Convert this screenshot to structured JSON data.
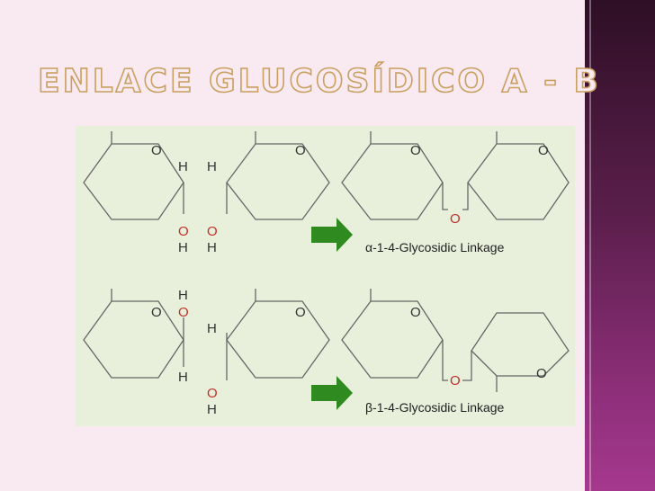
{
  "slide": {
    "title": "Enlace glucosídico α - β"
  },
  "diagram": {
    "alpha": {
      "caption": "α-1-4-Glycosidic Linkage",
      "left_ring_o": "O",
      "right_ring_o": "O",
      "h_top_left": "H",
      "h_top_right": "H",
      "o_bottom_left": "O",
      "o_bottom_right": "O",
      "h_bottom_left": "H",
      "h_bottom_right": "H",
      "product_ring_o_left": "O",
      "product_ring_o_right": "O",
      "product_bridge_o": "O"
    },
    "beta": {
      "caption": "β-1-4-Glycosidic Linkage",
      "left_ring_o": "O",
      "right_ring_o": "O",
      "h_top": "H",
      "o_top": "O",
      "h_mid": "H",
      "h_bottom_left": "H",
      "o_bottom": "O",
      "h_bottom": "H",
      "product_ring_o_left": "O",
      "product_ring_o_right": "O",
      "product_bridge_o": "O"
    },
    "colors": {
      "oxygen": "#c0312b",
      "arrow": "#2f8a1f",
      "bond": "#555555"
    }
  }
}
